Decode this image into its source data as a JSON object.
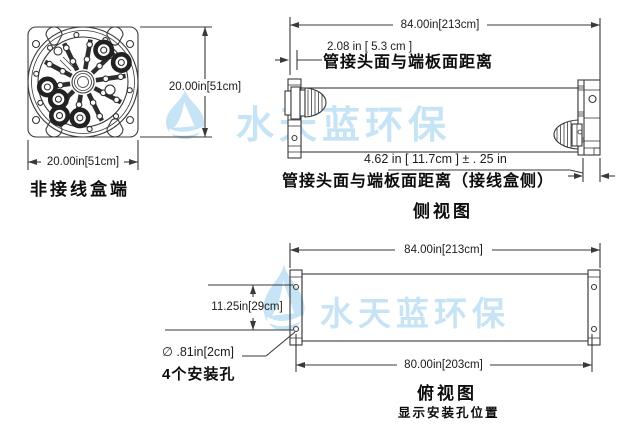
{
  "watermark": {
    "text": "水天蓝环保",
    "color": "#c6e4f5"
  },
  "end_view": {
    "dim_height": "20.00in[51cm]",
    "dim_width": "20.00in[51cm]",
    "label": "非接线盒端"
  },
  "side_view": {
    "dim_length": "84.00in[213cm]",
    "port_offset_value": "2.08 in  [ 5.3 cm ]",
    "port_offset_label": "管接头面与端板面距离",
    "jbox_offset_value": "4.62 in  [ 11.7cm ]  ± . 25 in",
    "jbox_offset_label": "管接头面与端板面距离（接线盒侧）",
    "title": "侧视图"
  },
  "top_view": {
    "dim_length": "84.00in[213cm]",
    "hole_spacing": "11.25in[29cm]",
    "hole_diameter": "∅ .81in[2cm]",
    "hole_count_label": "4个安装孔",
    "hole_span": "80.00in[203cm]",
    "title": "俯视图",
    "subtitle": "显示安装孔位置"
  }
}
